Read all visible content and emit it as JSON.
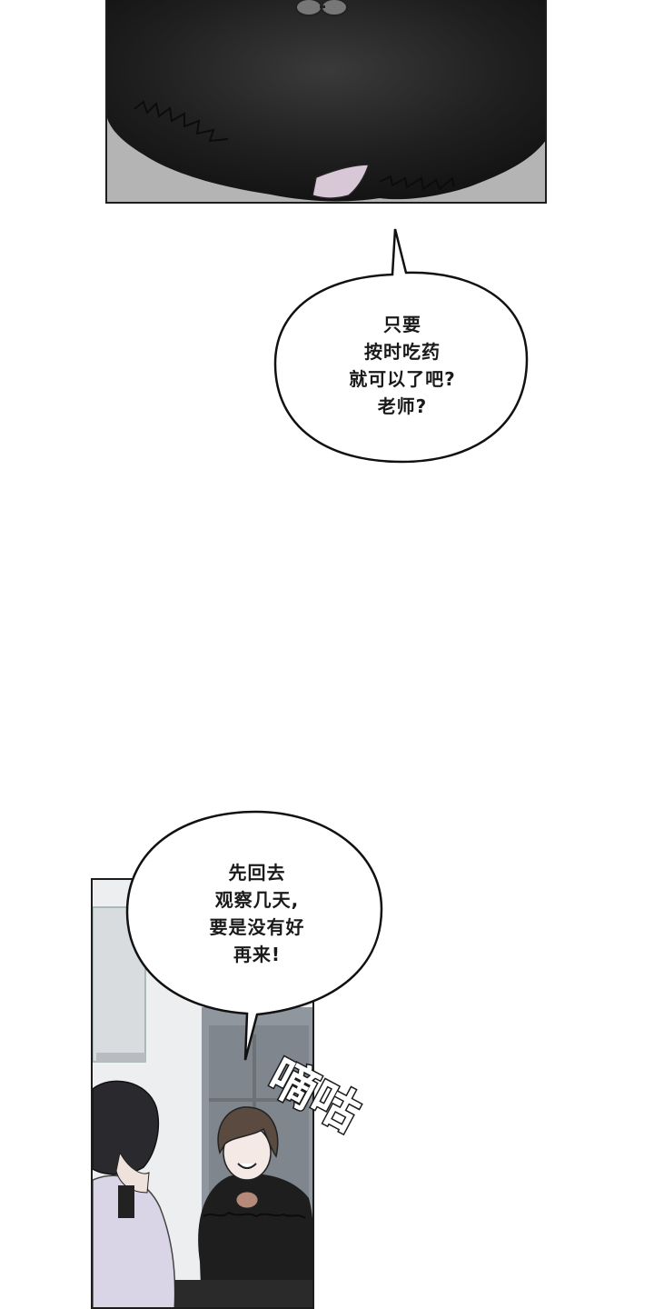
{
  "bubble_top": {
    "lines": [
      "只要",
      "按时吃药",
      "就可以了吧?",
      "老师?"
    ]
  },
  "bubble_bottom": {
    "lines": [
      "先回去",
      "观察几天,",
      "要是没有好",
      "再来!"
    ]
  },
  "sound_effect": {
    "text": "嘀咕"
  },
  "colors": {
    "fur": "#1e1e1e",
    "panel_border": "#1d1d1d",
    "door": "#9aa0a6",
    "coat": "#d9d4e6"
  }
}
